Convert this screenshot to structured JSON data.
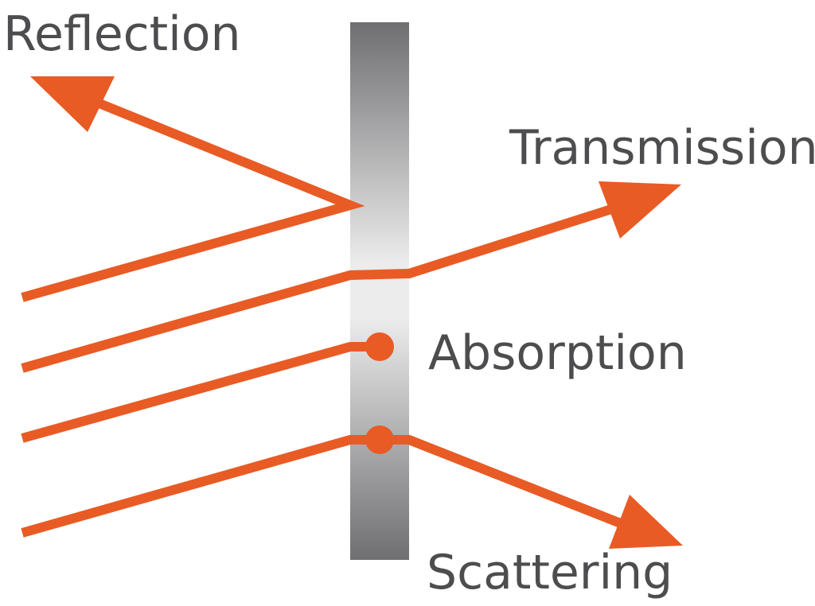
{
  "labels": {
    "reflection": "Reflection",
    "transmission": "Transmission",
    "absorption": "Absorption",
    "scattering": "Scattering"
  },
  "colors": {
    "ray": "#e85b25",
    "text": "#4d4d4f",
    "slab_dark": "#6f6f72",
    "slab_light": "#ececec",
    "background": "#ffffff"
  }
}
